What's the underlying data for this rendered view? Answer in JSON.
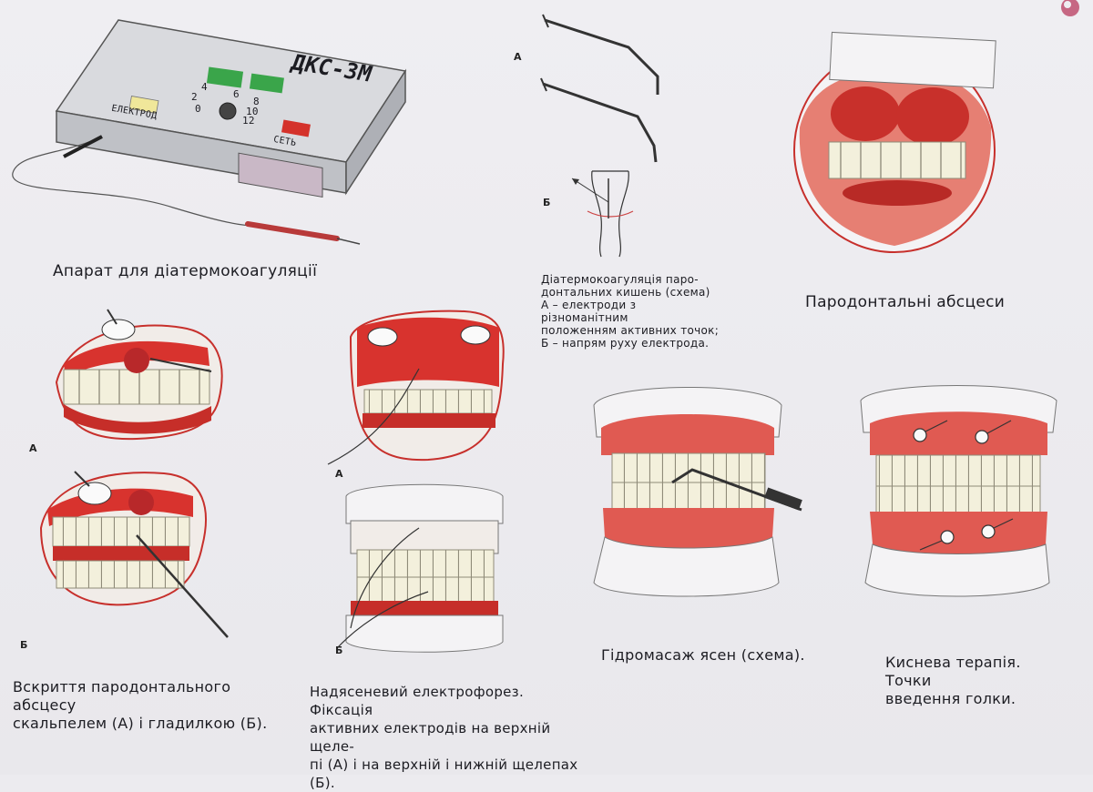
{
  "device": {
    "model": "ДКС-3М",
    "electrode_label": "ЕЛЕКТРОД",
    "network_label": "СЕТЬ",
    "dial_numbers": [
      "0",
      "2",
      "4",
      "6",
      "8",
      "10",
      "12"
    ]
  },
  "captions": {
    "device": "Апарат для діатермокоагуляції",
    "diathermo": "Діатермокоагуляція паро-\nдонтальних кишень (схема)\nА – електроди з різноманітним\nположенням активних точок;\nБ – напрям руху електрода.",
    "abscess": "Пародонтальні абсцеси",
    "opening": "Вскриття пародонтального абсцесу\nскальпелем (А) і гладилкою (Б).",
    "electrophoresis": "Надясеневий електрофорез. Фіксація\nактивних електродів на верхній щеле-\nпі (А) і на верхній і нижній щелепах (Б).",
    "hydromassage": "Гідромасаж ясен (схема).",
    "oxygen": "Киснева терапія. Точки\nвведення голки."
  },
  "labels": {
    "a": "А",
    "b": "Б"
  },
  "colors": {
    "background": "#ecebef",
    "gum_red": "#d8332e",
    "tooth": "#f3f0dc",
    "device_body": "#cfd1d6",
    "green_led": "#3aa54a",
    "yellow_led": "#f0e79a",
    "red_button": "#d4322b",
    "purple_panel": "#c9b8c6"
  }
}
